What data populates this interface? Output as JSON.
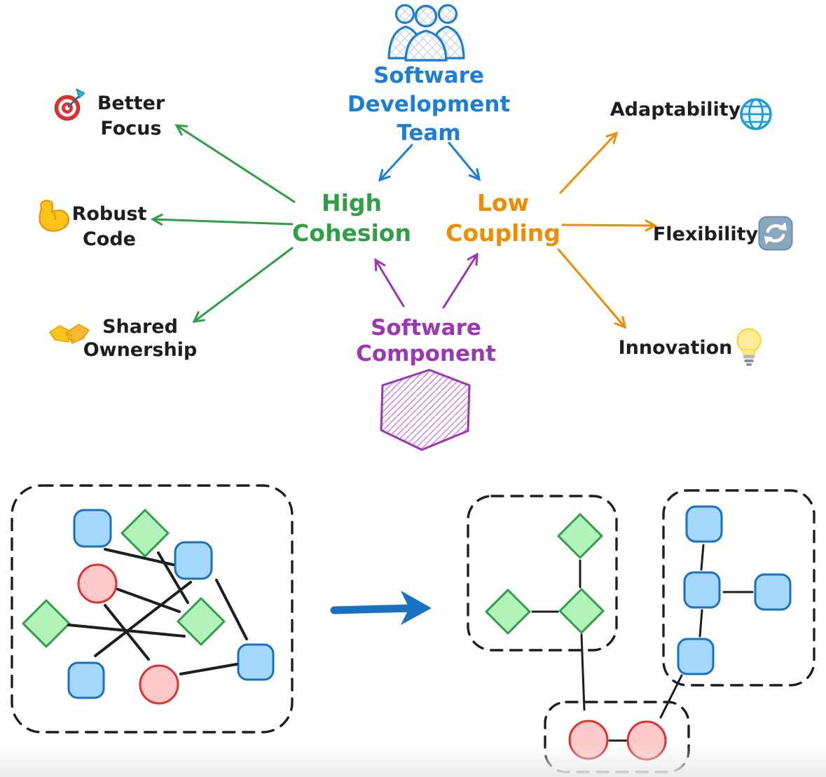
{
  "mindmap": {
    "team": {
      "lines": [
        "Software",
        "Development",
        "Team"
      ],
      "icon": "team-people-icon",
      "color": "#1c7ed6"
    },
    "high_cohesion": {
      "lines": [
        "High",
        "Cohesion"
      ],
      "color": "#2f9e44"
    },
    "low_coupling": {
      "lines": [
        "Low",
        "Coupling"
      ],
      "color": "#f08c00"
    },
    "software_component": {
      "lines": [
        "Software",
        "Component"
      ],
      "icon": "hexagon-component-icon",
      "color": "#9c36b5"
    },
    "cohesion_benefits": [
      {
        "lines": [
          "Better",
          "Focus"
        ],
        "icon": "target-icon"
      },
      {
        "lines": [
          "Robust",
          "Code"
        ],
        "icon": "muscle-icon"
      },
      {
        "lines": [
          "Shared",
          "Ownership"
        ],
        "icon": "handshake-icon"
      }
    ],
    "coupling_benefits": [
      {
        "label": "Adaptability",
        "icon": "globe-icon"
      },
      {
        "label": "Flexibility",
        "icon": "refresh-icon"
      },
      {
        "label": "Innovation",
        "icon": "bulb-icon"
      }
    ]
  },
  "transformation": {
    "before_group": {
      "blue_squares": 4,
      "green_diamonds": 3,
      "red_circles": 2,
      "style": "tangled-connections"
    },
    "after_groups": [
      {
        "shape": "green-diamond",
        "count": 3
      },
      {
        "shape": "blue-square",
        "count": 4
      },
      {
        "shape": "red-circle",
        "count": 2
      }
    ],
    "arrow_direction": "right"
  },
  "palette": {
    "blue": "#1c7ed6",
    "green": "#2f9e44",
    "orange": "#f08c00",
    "purple": "#9c36b5",
    "black": "#1e1e1e",
    "node_blue_fill": "#a5d8ff",
    "node_blue_stroke": "#1971c2",
    "node_green_fill": "#b2f2bb",
    "node_green_stroke": "#2f9e44",
    "node_red_fill": "#ffc9c9",
    "node_red_stroke": "#e03131"
  }
}
